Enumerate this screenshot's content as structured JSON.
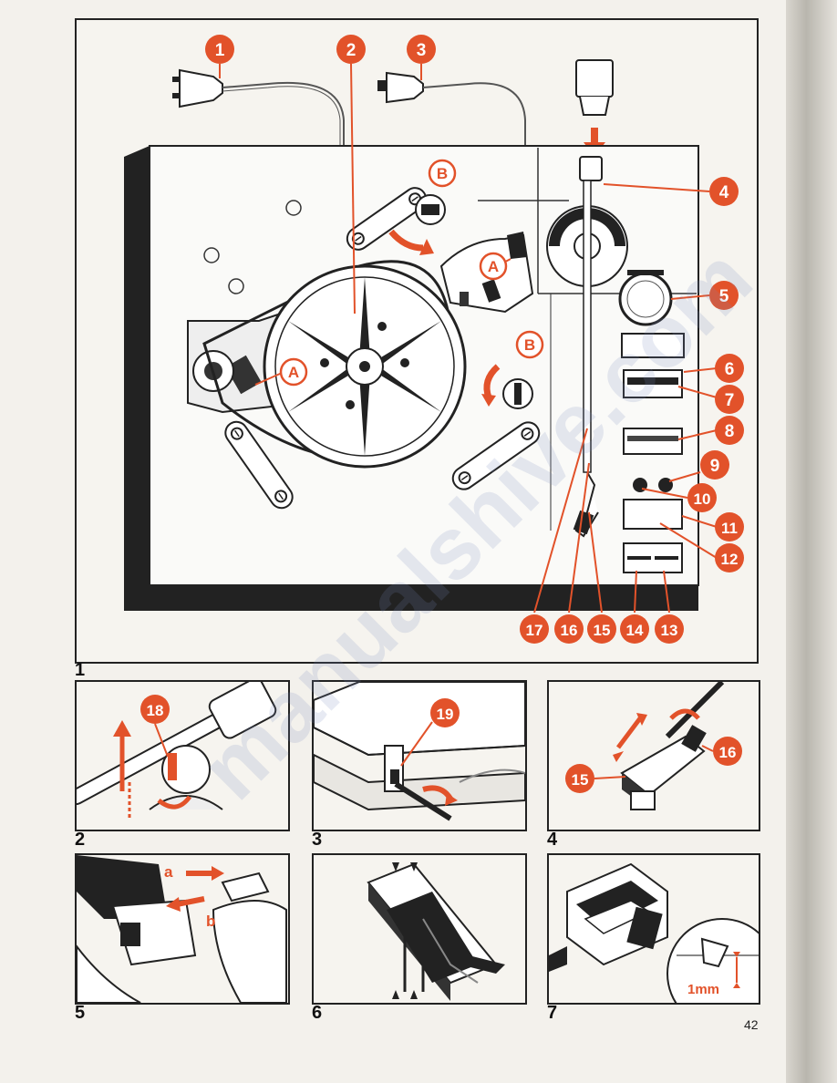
{
  "figures": {
    "fig1": "1",
    "fig2": "2",
    "fig3": "3",
    "fig4": "4",
    "fig5": "5",
    "fig6": "6",
    "fig7": "7"
  },
  "callouts": {
    "c1": "1",
    "c2": "2",
    "c3": "3",
    "c4": "4",
    "c5": "5",
    "c6": "6",
    "c7": "7",
    "c8": "8",
    "c9": "9",
    "c10": "10",
    "c11": "11",
    "c12": "12",
    "c13": "13",
    "c14": "14",
    "c15": "15",
    "c16": "16",
    "c17": "17",
    "c18": "18",
    "c19": "19"
  },
  "letters": {
    "a_big": "A",
    "b_big": "B",
    "a_small": "a",
    "b_small": "b"
  },
  "measure": "1mm",
  "page_number": "42",
  "watermark": "manualshive.com",
  "colors": {
    "accent": "#e2522a",
    "ink": "#1e1e1e",
    "paper": "#f3f1ec"
  }
}
